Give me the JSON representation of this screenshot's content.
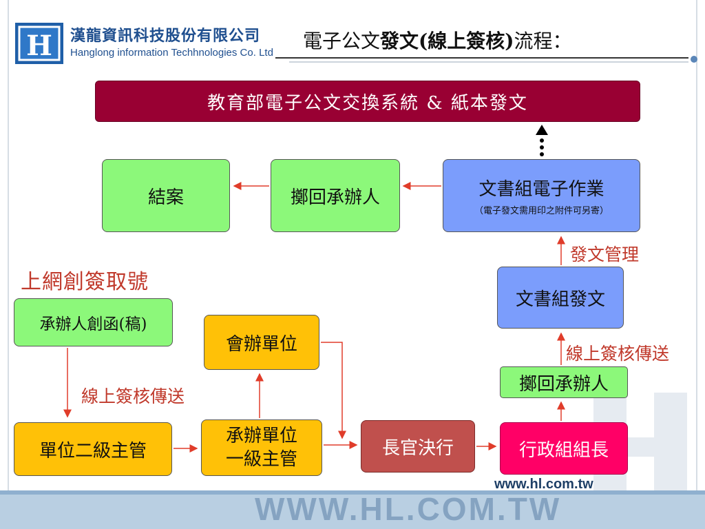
{
  "header": {
    "company_cn": "漢龍資訊科技股份有限公司",
    "company_en": "Hanglong information Techhnologies Co. Ltd",
    "logo_letter": "H"
  },
  "title": {
    "part1": "電子公文",
    "part2": "發文(線上簽核)",
    "part3": "流程："
  },
  "top_banner": "教育部電子公文交換系統 & 紙本發文",
  "nodes": {
    "close_case": "結案",
    "return_handler_top": "擲回承辦人",
    "doc_group_electronic": "文書組電子作業",
    "doc_group_electronic_note": "（電子發文需用印之附件可另寄）",
    "doc_group_send": "文書組發文",
    "return_handler_right": "擲回承辦人",
    "handler_create": "承辦人創函(稿)",
    "co_unit": "會辦單位",
    "unit_level2": "單位二級主管",
    "unit_level1_line1": "承辦單位",
    "unit_level1_line2": "一級主管",
    "chief_decision": "長官決行",
    "admin_head": "行政組組長"
  },
  "labels": {
    "send_management": "發文管理",
    "online_sign_right": "線上簽核傳送",
    "online_sign_left": "線上簽核傳送",
    "get_number": "上網創簽取號"
  },
  "footer": {
    "url_small": "www.hl.com.tw",
    "url_big": "WWW.HL.COM.TW"
  },
  "colors": {
    "banner": "#990033",
    "green": "#8cf87a",
    "orange": "#ffc107",
    "blue": "#7b9dfc",
    "chief": "#c0504d",
    "admin": "#ff0066",
    "label": "#c0392b",
    "arrow": "#e03c2a"
  }
}
